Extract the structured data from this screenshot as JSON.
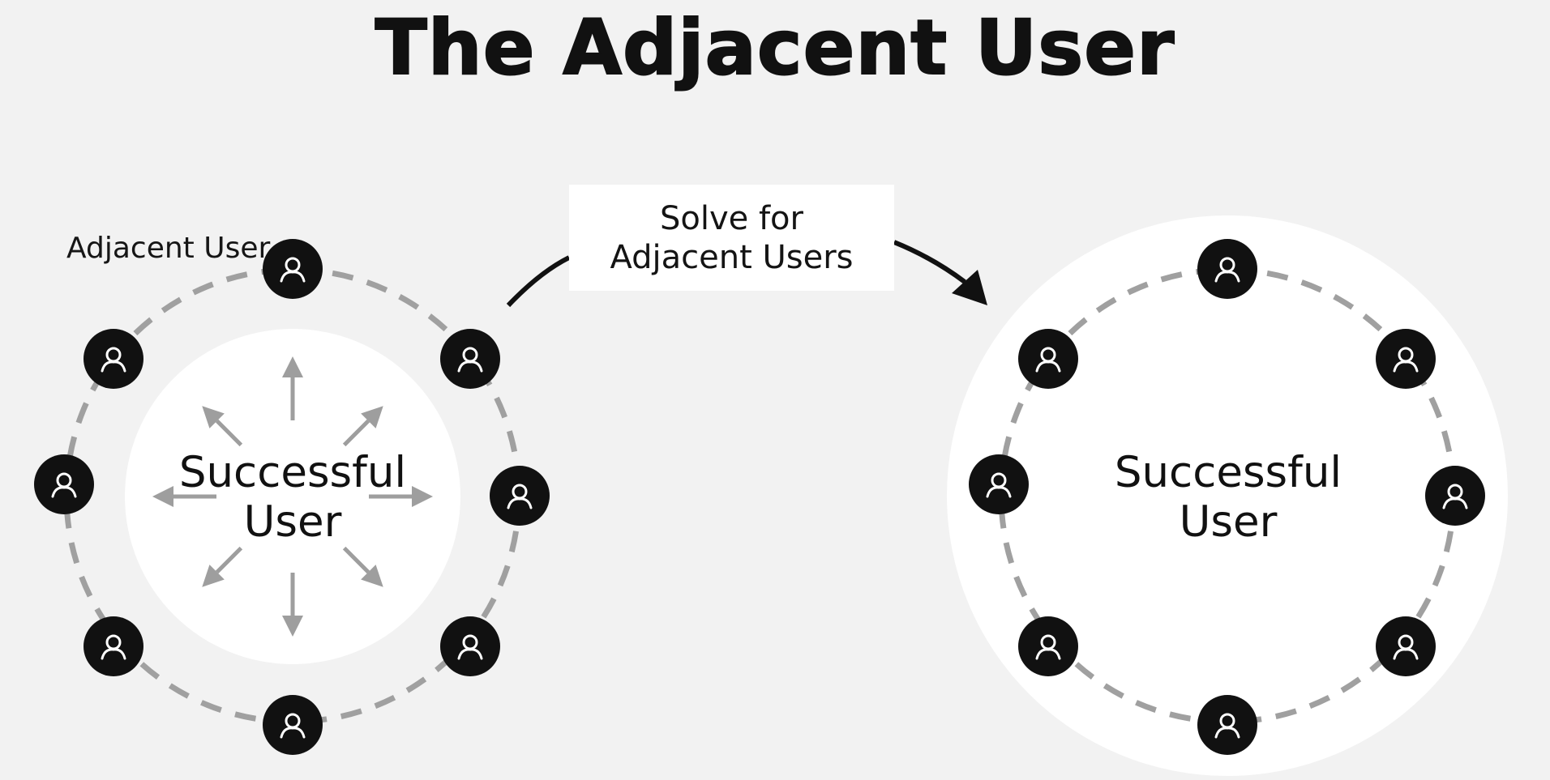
{
  "title": "The Adjacent User",
  "adjacent_label": "Adjacent User",
  "callout": {
    "line1": "Solve for",
    "line2": "Adjacent Users"
  },
  "left_diagram": {
    "center_line1": "Successful",
    "center_line2": "User",
    "user_count": 8,
    "arrow_count": 8
  },
  "right_diagram": {
    "center_line1": "Successful",
    "center_line2": "User",
    "user_count": 8
  },
  "icons": {
    "user": "user-icon",
    "arrow": "expand-arrow"
  },
  "colors": {
    "background": "#f2f2f2",
    "circle_fill": "#ffffff",
    "user_badge": "#111111",
    "dashed_ring": "#a0a0a0",
    "arrows": "#9e9e9e",
    "text": "#111111"
  }
}
